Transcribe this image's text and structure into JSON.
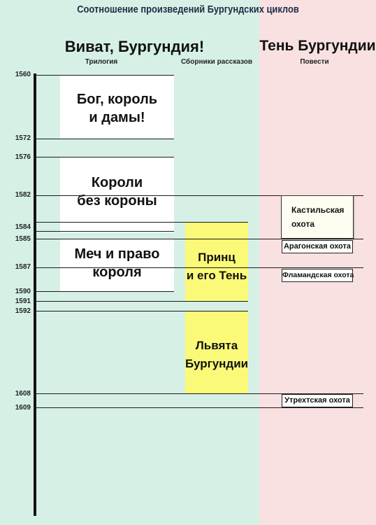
{
  "title": "Соотношение произведений Бургундских циклов",
  "colors": {
    "left_bg": "#d6f0e6",
    "right_bg": "#f9e1e1",
    "book_white": "#ffffff",
    "book_yellow": "#fbfa78",
    "line": "#1a1a1a"
  },
  "cycles": {
    "left": {
      "name": "Виват, Бургундия!",
      "trilogy_label": "Трилогия",
      "collections_label": "Сборники рассказов"
    },
    "right": {
      "name": "Тень Бургундии",
      "novellas_label": "Повести"
    }
  },
  "years": [
    "1560",
    "1572",
    "1576",
    "1582",
    "1584",
    "1585",
    "1587",
    "1590",
    "1591",
    "1592",
    "1608",
    "1609"
  ],
  "trilogy": [
    {
      "line1": "Бог, король",
      "line2": "и дамы!"
    },
    {
      "line1": "Короли",
      "line2": "без короны"
    },
    {
      "line1": "Меч и право",
      "line2": "короля"
    }
  ],
  "collections": [
    {
      "line1": "Принц",
      "line2": "и его Тень"
    },
    {
      "line1": "Львята",
      "line2": "Бургундии"
    }
  ],
  "novellas": [
    {
      "line1": "Кастильская",
      "line2": "охота"
    },
    {
      "label": "Арагонская охота"
    },
    {
      "label": "Фламандская охота"
    },
    {
      "label": "Утрехтская охота"
    }
  ]
}
